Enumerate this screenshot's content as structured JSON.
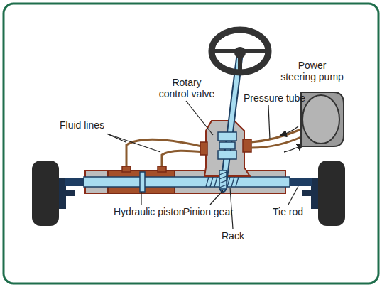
{
  "diagram": {
    "labels": [
      "Power steering pump",
      "Rotary control valve",
      "Pressure tube",
      "Fluid lines",
      "Hydraulic piston",
      "Pinion gear",
      "Rack",
      "Tie rod"
    ]
  }
}
